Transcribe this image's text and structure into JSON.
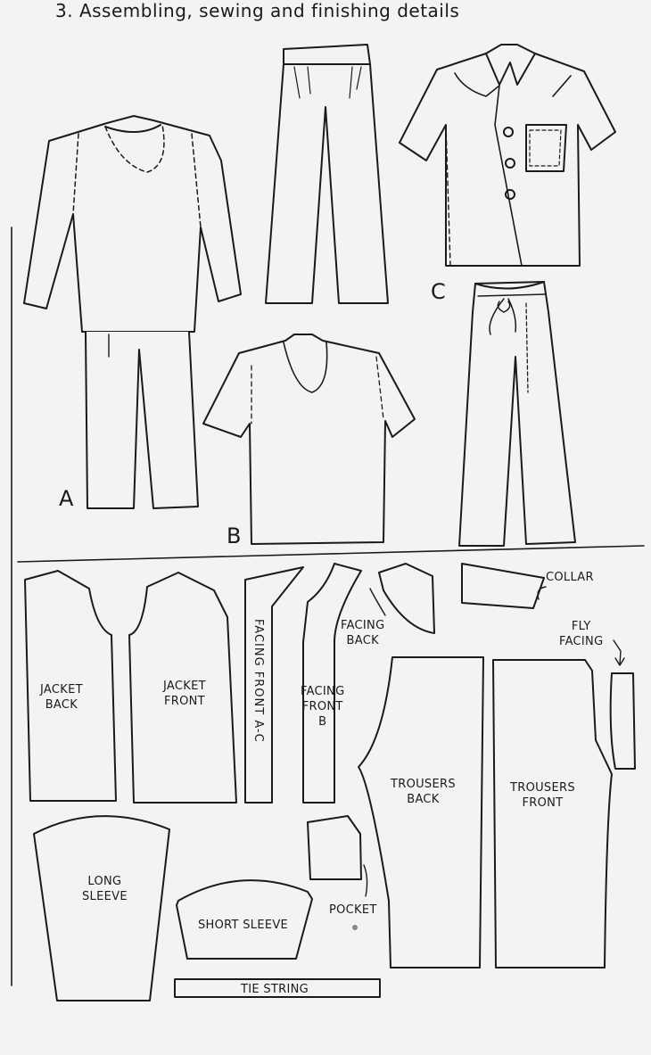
{
  "heading": "3. Assembling, sewing and finishing details",
  "views": {
    "a": "A",
    "b": "B",
    "c": "C"
  },
  "pieces": {
    "jacket_back": "JACKET\nBACK",
    "jacket_front": "JACKET\nFRONT",
    "facing_front_ac": "FACING FRONT  A-C",
    "facing_front_b": "FACING\nFRONT\nB",
    "facing_back": "FACING\nBACK",
    "collar": "COLLAR",
    "fly_facing": "FLY\nFACING",
    "trousers_back": "TROUSERS\nBACK",
    "trousers_front": "TROUSERS\nFRONT",
    "long_sleeve": "LONG\nSLEEVE",
    "short_sleeve": "SHORT SLEEVE",
    "pocket": "POCKET",
    "tie_string": "TIE STRING"
  }
}
